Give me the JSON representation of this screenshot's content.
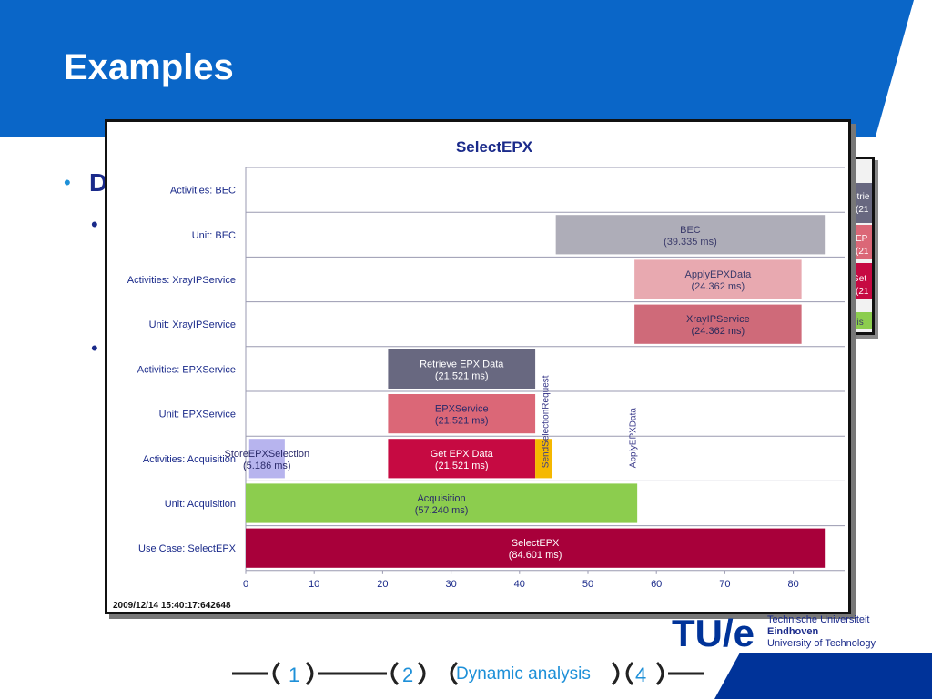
{
  "slide": {
    "title": "Examples",
    "bullet_1": "D",
    "bullet_dot": "•"
  },
  "logo": {
    "mark": "TU/e",
    "institution_lines": [
      "Technische Universiteit",
      "Eindhoven",
      "University of Technology"
    ]
  },
  "nav": {
    "items": [
      "1",
      "2",
      "Dynamic analysis",
      "4"
    ]
  },
  "timestamp": "2009/12/14 15:40:17:642648",
  "back_window": {
    "labels": [
      "etrie",
      "(21",
      "EP",
      "(21",
      "Get",
      "(21",
      "uis"
    ]
  },
  "colors": {
    "header_blue": "#0a66c8",
    "dark_blue": "#003399",
    "nav_blue": "#1e90d8",
    "text_navy": "#1a2a8a"
  },
  "chart_data": {
    "type": "gantt",
    "title": "SelectEPX",
    "xlim": [
      0,
      85
    ],
    "x_ticks": [
      0,
      10,
      20,
      30,
      40,
      50,
      60,
      70,
      80
    ],
    "grid": "horizontal row separators",
    "rows": [
      "Activities: BEC",
      "Unit: BEC",
      "Activities: XrayIPService",
      "Unit: XrayIPService",
      "Activities: EPXService",
      "Unit: EPXService",
      "Activities: Acquisition",
      "Unit: Acquisition",
      "Use Case:  SelectEPX"
    ],
    "bars": [
      {
        "row": 1,
        "start": 45.3,
        "end": 84.6,
        "name": "BEC",
        "duration": "(39.335 ms)",
        "color": "#aeadb8",
        "text_color": "#3a3a6a"
      },
      {
        "row": 2,
        "start": 56.8,
        "end": 81.2,
        "name": "ApplyEPXData",
        "duration": "(24.362 ms)",
        "color": "#e8a9b0",
        "text_color": "#3a3a6a"
      },
      {
        "row": 3,
        "start": 56.8,
        "end": 81.2,
        "name": "XrayIPService",
        "duration": "(24.362 ms)",
        "color": "#cf6a79",
        "text_color": "#2a2a5a"
      },
      {
        "row": 4,
        "start": 20.8,
        "end": 42.3,
        "name": "Retrieve EPX Data",
        "duration": "(21.521 ms)",
        "color": "#686880",
        "text_color": "#ffffff"
      },
      {
        "row": 5,
        "start": 20.8,
        "end": 42.3,
        "name": "EPXService",
        "duration": "(21.521 ms)",
        "color": "#db6777",
        "text_color": "#2a2a6a"
      },
      {
        "row": 6,
        "start": 0.5,
        "end": 5.7,
        "name": "StoreEPXSelection",
        "duration": "(5.186 ms)",
        "color": "#b7b4ee",
        "text_color": "#2a2a6a"
      },
      {
        "row": 6,
        "start": 20.8,
        "end": 42.3,
        "name": "Get EPX Data",
        "duration": "(21.521 ms)",
        "color": "#c60a42",
        "text_color": "#ffffff"
      },
      {
        "row": 6,
        "start": 42.3,
        "end": 44.8,
        "name": "",
        "duration": "",
        "color": "#f5b800",
        "text_color": "#2a2a6a"
      },
      {
        "row": 7,
        "start": 0,
        "end": 57.2,
        "name": "Acquisition",
        "duration": "(57.240 ms)",
        "color": "#8ccd4e",
        "text_color": "#2a2a6a"
      },
      {
        "row": 8,
        "start": 0,
        "end": 84.6,
        "name": "SelectEPX",
        "duration": "(84.601 ms)",
        "color": "#a8003a",
        "text_color": "#ffffff"
      }
    ],
    "vertical_labels": [
      {
        "x": 44.2,
        "text": "SendSelectionRequest"
      },
      {
        "x": 57.0,
        "text": "ApplyEPXData"
      }
    ]
  }
}
